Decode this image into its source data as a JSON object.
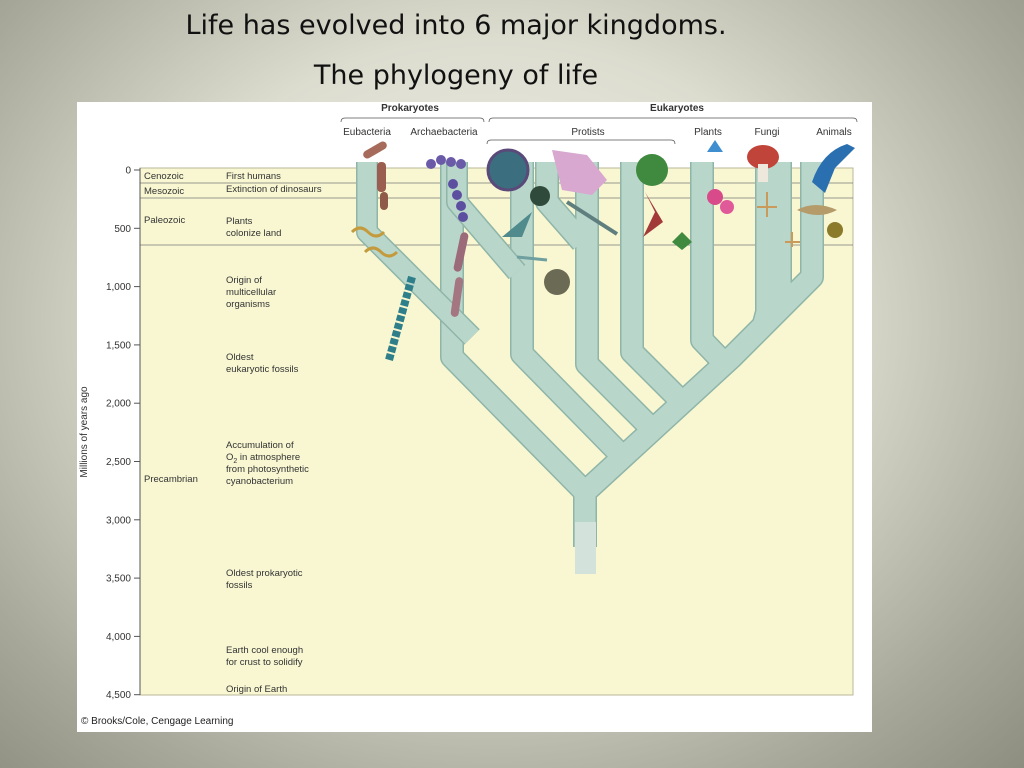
{
  "slide": {
    "title_line1": "Life has evolved into 6 major kingdoms.",
    "title_line2": "The phylogeny of life"
  },
  "figure": {
    "groups": {
      "prokaryotes": "Prokaryotes",
      "eukaryotes": "Eukaryotes"
    },
    "taxa": [
      "Eubacteria",
      "Archaebacteria",
      "Protists",
      "Plants",
      "Fungi",
      "Animals"
    ],
    "y_axis_label": "Millions of years ago",
    "ticks": [
      "0",
      "500",
      "1,000",
      "1,500",
      "2,000",
      "2,500",
      "3,000",
      "3,500",
      "4,000",
      "4,500"
    ],
    "eras": [
      "Cenozoic",
      "Mesozoic",
      "Paleozoic",
      "Precambrian"
    ],
    "events": {
      "first_humans": "First humans",
      "extinction": "Extinction of dinosaurs",
      "plants_1": "Plants",
      "plants_2": "colonize land",
      "multi_1": "Origin of",
      "multi_2": "multicellular",
      "multi_3": "organisms",
      "euk_1": "Oldest",
      "euk_2": "eukaryotic fossils",
      "o2_1": "Accumulation of",
      "o2_2": "O",
      "o2_sub": "2",
      "o2_3": " in atmosphere",
      "o2_4": "from photosynthetic",
      "o2_5": "cyanobacterium",
      "prok_1": "Oldest prokaryotic",
      "prok_2": "fossils",
      "cool_1": "Earth cool enough",
      "cool_2": "for crust to solidify",
      "origin": "Origin of Earth"
    },
    "credit": "© Brooks/Cole, Cengage Learning"
  },
  "colors": {
    "panel": "#f8f7d2",
    "branch": "#b9d6cb",
    "branch_edge": "#8fb5a8"
  }
}
